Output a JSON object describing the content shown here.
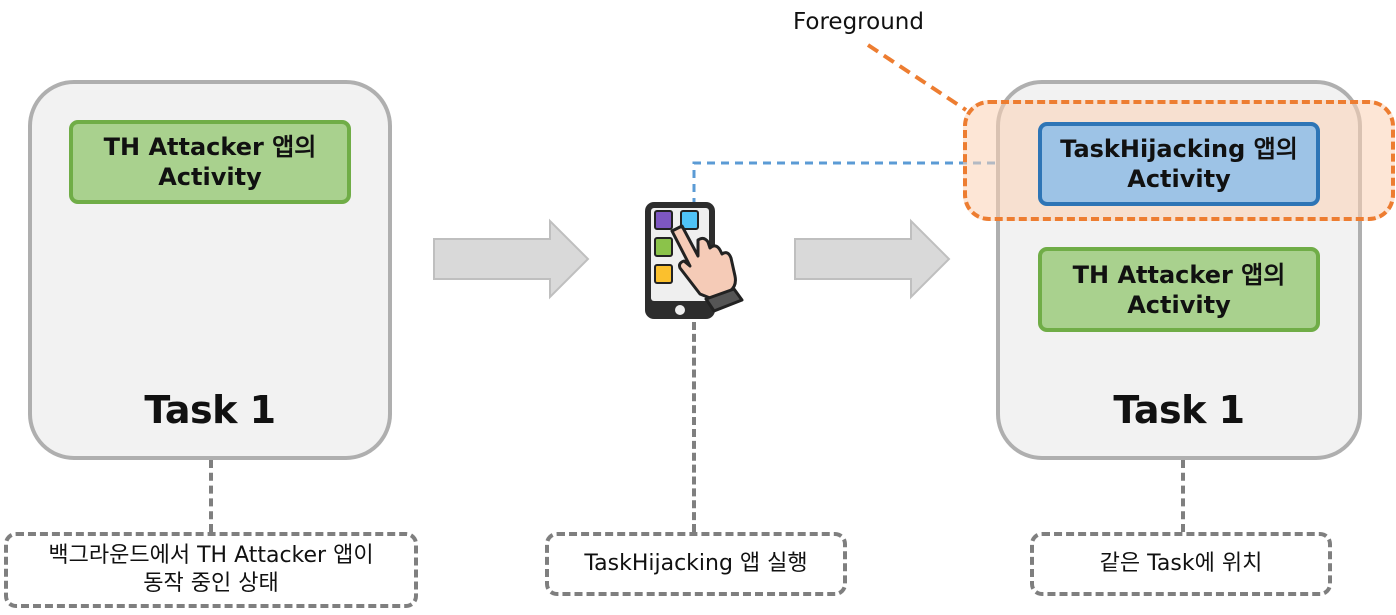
{
  "left_task": {
    "activity_label_line1": "TH Attacker 앱의",
    "activity_label_line2": "Activity",
    "task_label": "Task 1",
    "caption_line1": "백그라운드에서 TH Attacker 앱이",
    "caption_line2": "동작 중인 상태"
  },
  "middle": {
    "icon": "phone-tap-icon",
    "caption": "TaskHijacking 앱 실행"
  },
  "right_task": {
    "foreground_label": "Foreground",
    "hijack_activity_line1": "TaskHijacking 앱의",
    "hijack_activity_line2": "Activity",
    "attacker_activity_line1": "TH Attacker 앱의",
    "attacker_activity_line2": "Activity",
    "task_label": "Task 1",
    "caption": "같은 Task에 위치"
  },
  "colors": {
    "task_fill": "#f2f2f2",
    "task_border": "#afafaf",
    "green_fill": "#a9d18e",
    "green_border": "#70ad47",
    "blue_fill": "#9dc3e6",
    "blue_border": "#2e75b6",
    "foreground_border": "#ed7d31",
    "arrow_fill": "#d9d9d9",
    "dashed_connector": "#7f7f7f",
    "launch_connector": "#5b9bd5"
  }
}
